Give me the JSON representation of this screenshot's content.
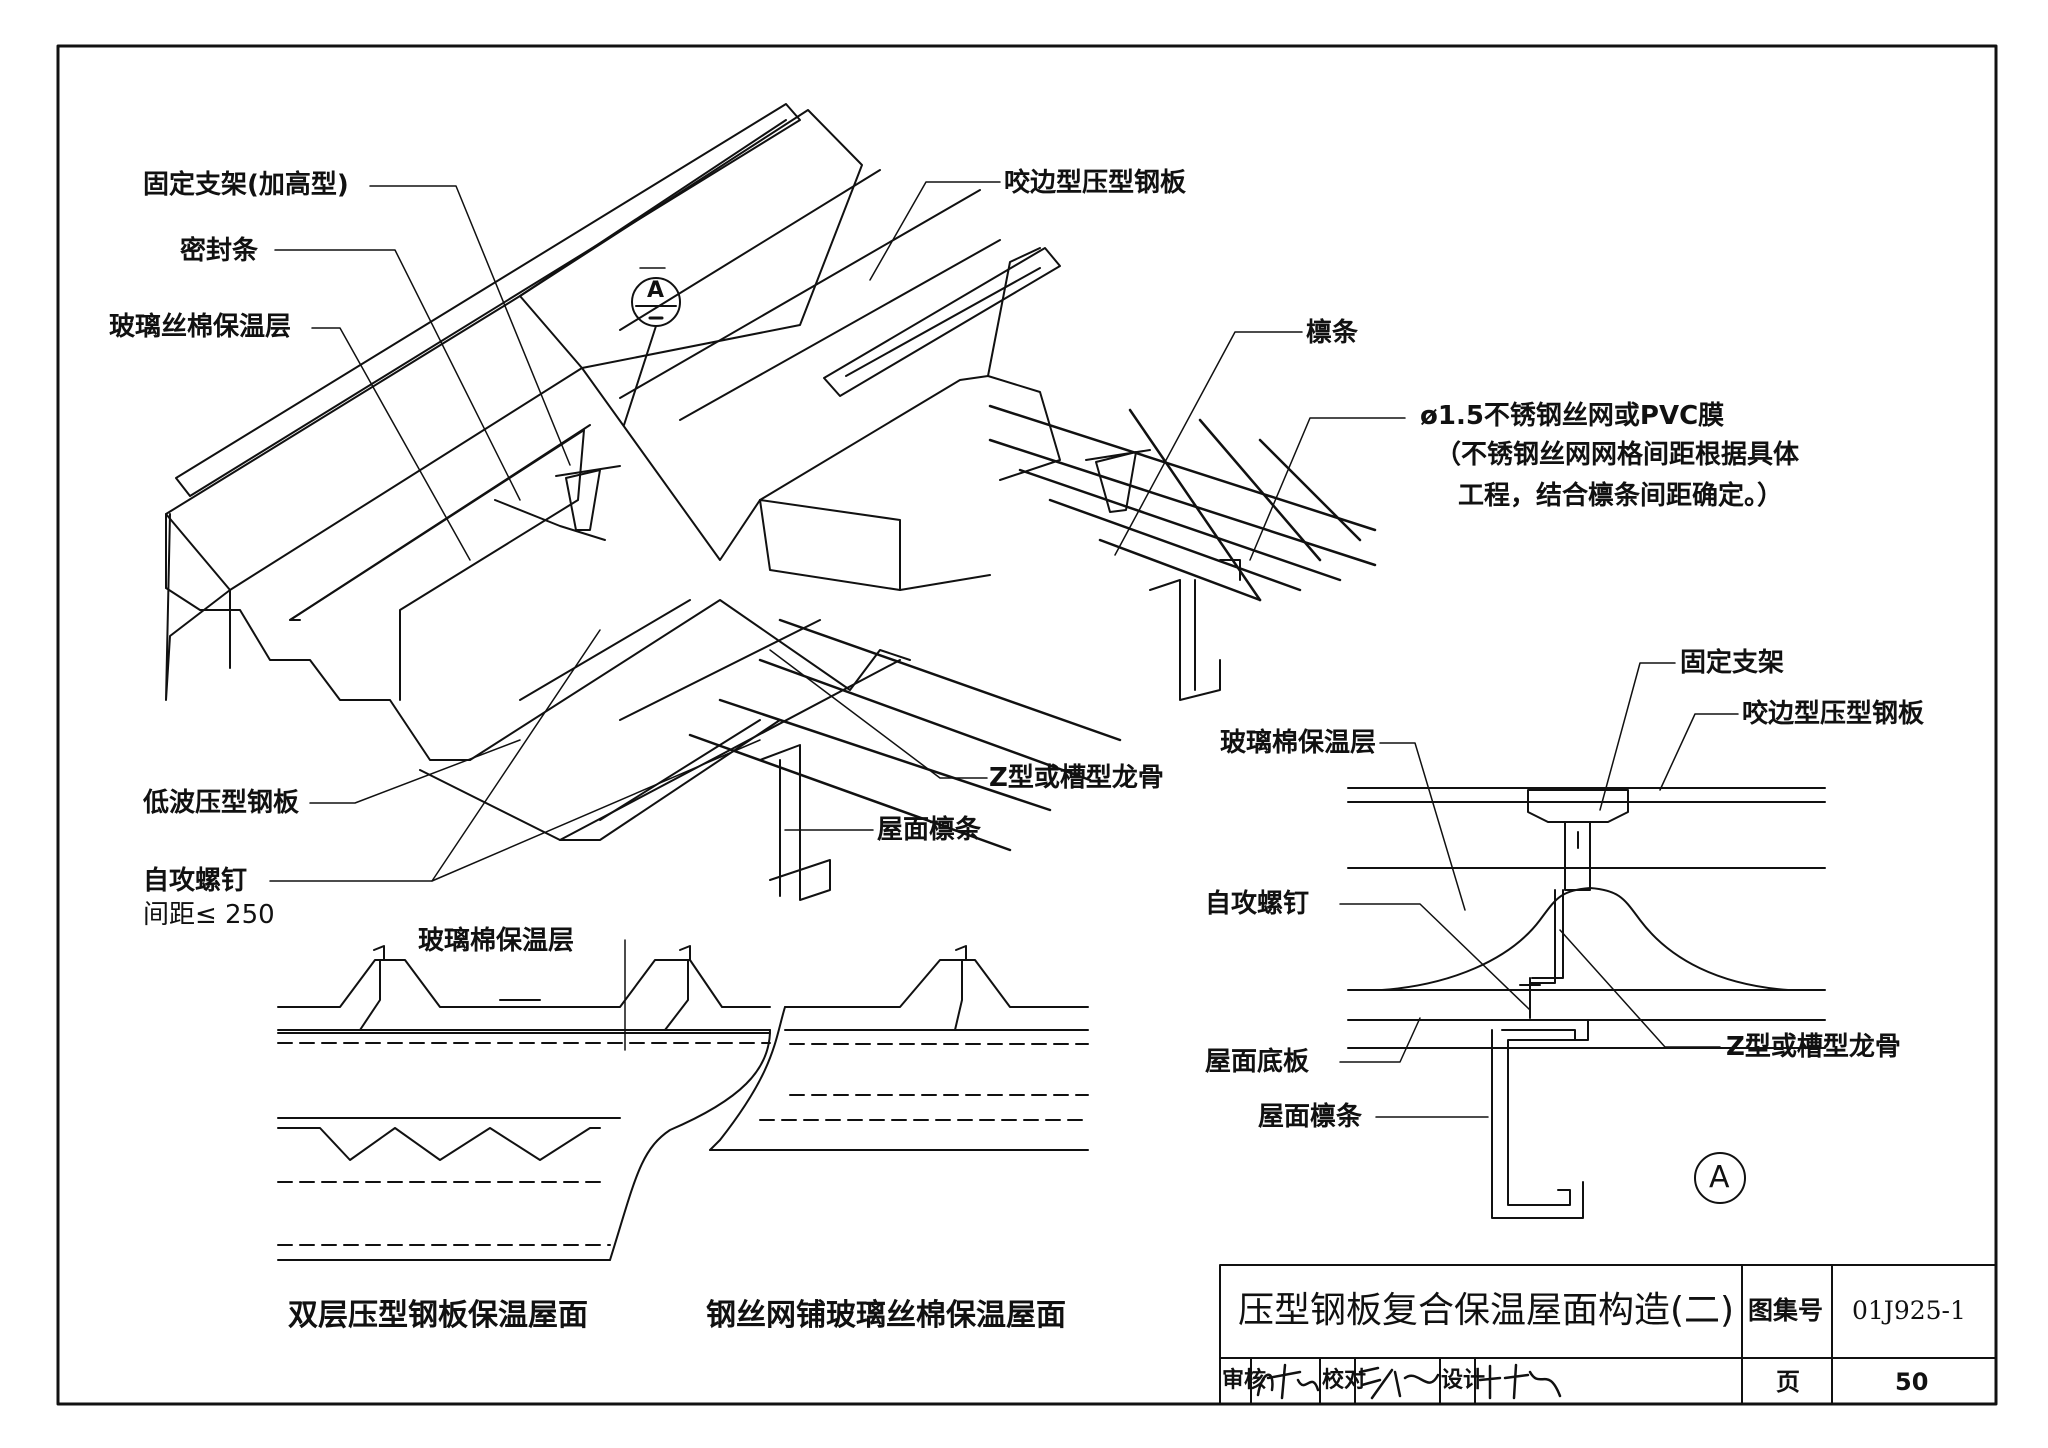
{
  "main_view": {
    "labels": {
      "bracket_raised": "固定支架(加高型)",
      "seal_strip": "密封条",
      "glass_wool_layer": "玻璃丝棉保温层",
      "seam_panel": "咬边型压型钢板",
      "purlin": "檩条",
      "mesh": "ø1.5不锈钢丝网或PVC膜",
      "mesh_note_1": "（不锈钢丝网网格间距根据具体",
      "mesh_note_2": "工程，结合檩条间距确定。）",
      "low_wave_panel": "低波压型钢板",
      "z_keel": "Z型或槽型龙骨",
      "roof_purlin": "屋面檩条",
      "screw": "自攻螺钉",
      "screw_spacing": "间距≤ 250"
    },
    "section_marker": "A"
  },
  "bottom_sections": {
    "glass_wool_label": "玻璃棉保温层",
    "caption_left": "双层压型钢板保温屋面",
    "caption_right": "钢丝网铺玻璃丝棉保温屋面"
  },
  "detail_a": {
    "labels": {
      "fixed_bracket": "固定支架",
      "seam_panel": "咬边型压型钢板",
      "glass_wool": "玻璃棉保温层",
      "screw": "自攻螺钉",
      "z_keel": "Z型或槽型龙骨",
      "base_panel": "屋面底板",
      "roof_purlin": "屋面檩条"
    },
    "marker": "A"
  },
  "title_block": {
    "title": "压型钢板复合保温屋面构造(二)",
    "atlas_label": "图集号",
    "atlas_no": "01J925-1",
    "review_label": "审核",
    "check_label": "校对",
    "design_label": "设计",
    "page_label": "页",
    "page_no": "50"
  }
}
